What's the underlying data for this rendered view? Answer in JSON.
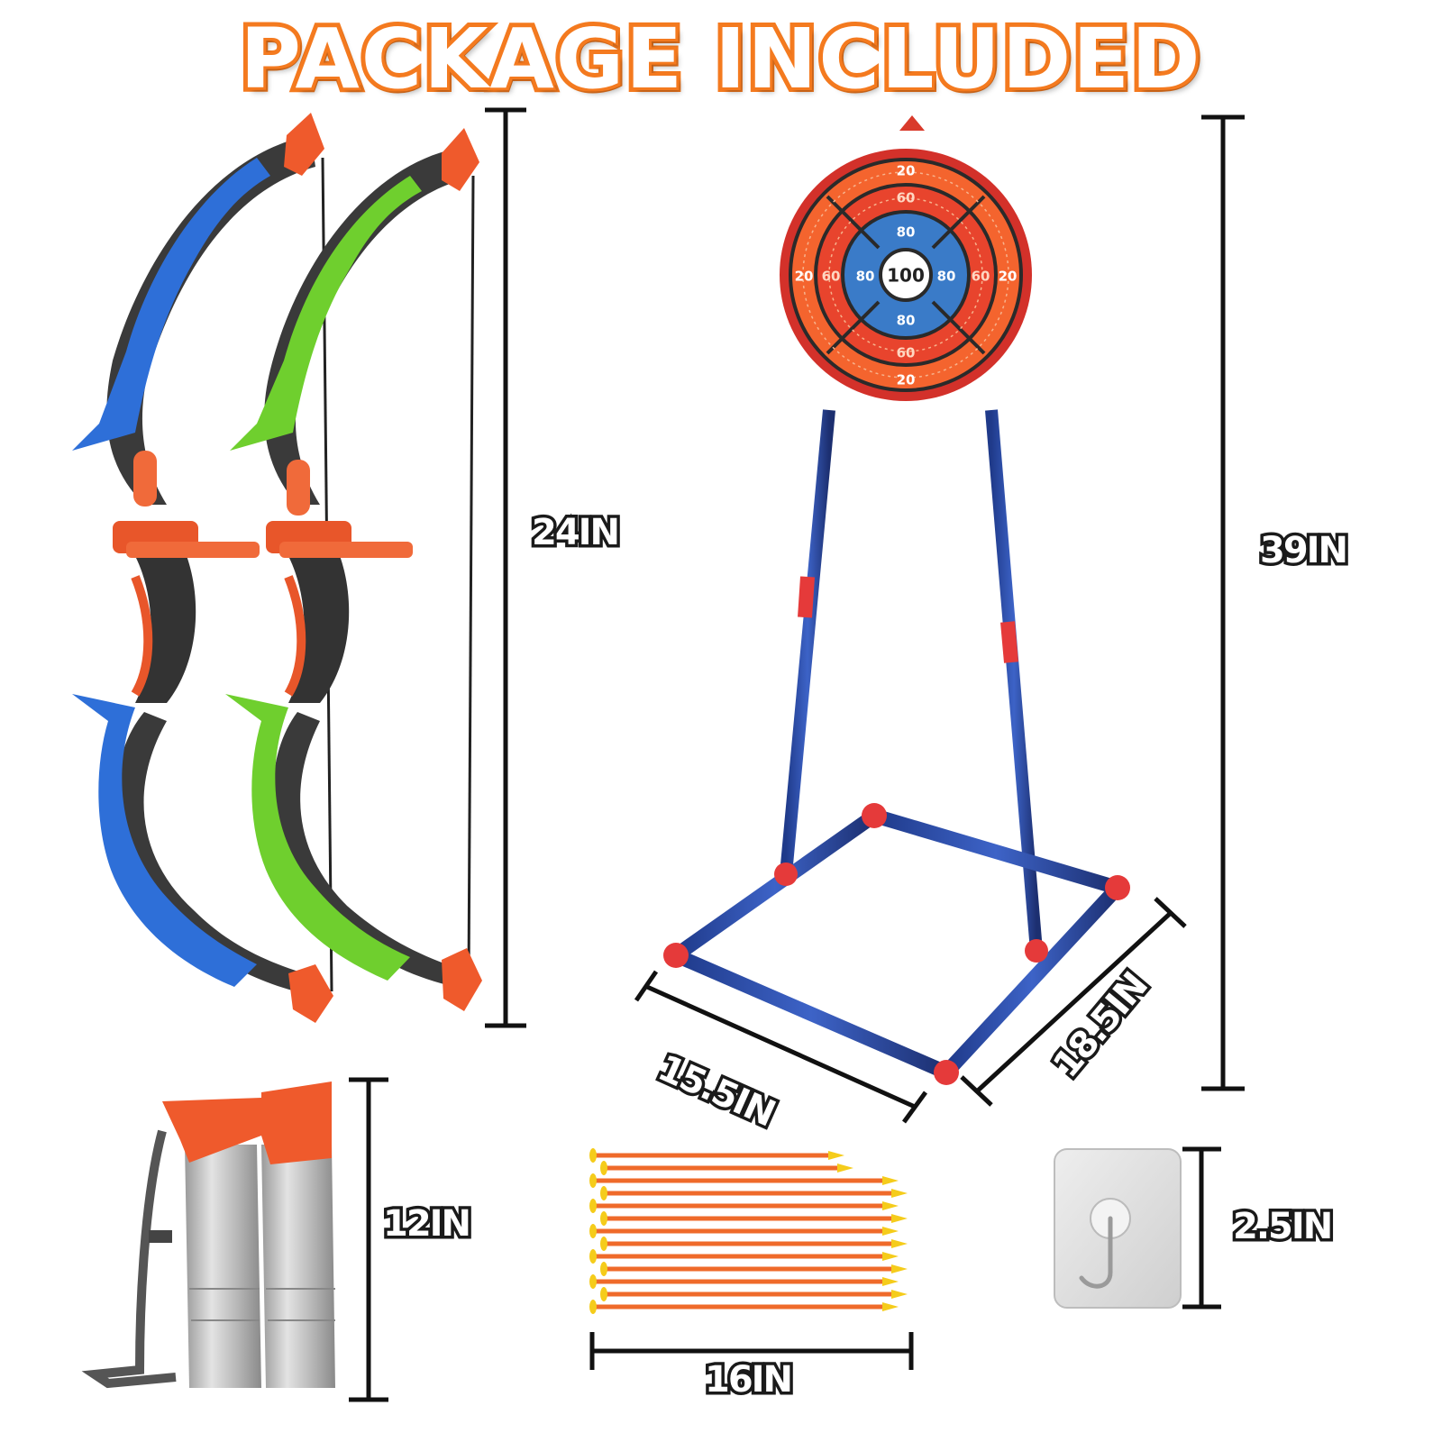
{
  "title": "PACKAGE INCLUDED",
  "accent_color": "#f47a1f",
  "items": {
    "bows": {
      "dimension": "24IN"
    },
    "target": {
      "height": "39IN",
      "width": "15.5IN",
      "depth": "18.5IN",
      "scores": {
        "center": "100",
        "inner": "80",
        "middle": "60",
        "outer": "20"
      }
    },
    "quivers": {
      "dimension": "12IN"
    },
    "arrows": {
      "dimension": "16IN"
    },
    "hook": {
      "dimension": "2.5IN"
    }
  }
}
